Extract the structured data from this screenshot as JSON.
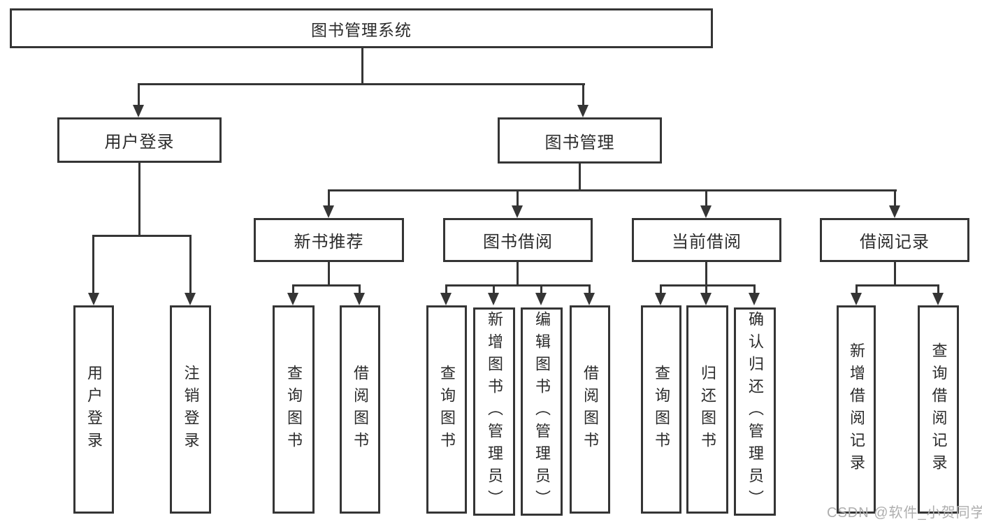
{
  "diagram": {
    "root": "图书管理系统",
    "level2": [
      "用户登录",
      "图书管理"
    ],
    "level3": [
      "新书推荐",
      "图书借阅",
      "当前借阅",
      "借阅记录"
    ],
    "leaves": {
      "user_login": [
        "用户登录",
        "注销登录"
      ],
      "new_book_recommend": [
        "查询图书",
        "借阅图书"
      ],
      "book_borrow": [
        "查询图书",
        "新增图书（管理员）",
        "编辑图书（管理员）",
        "借阅图书"
      ],
      "current_borrow": [
        "查询图书",
        "归还图书",
        "确认归还（管理员）"
      ],
      "borrow_records": [
        "新增借阅记录",
        "查询借阅记录"
      ]
    },
    "watermark": "CSDN @软件_小贺同学",
    "colors": {
      "line": "#353535",
      "text": "#2b2b2b",
      "background": "#ffffff",
      "watermark": "#aeaeae"
    }
  }
}
